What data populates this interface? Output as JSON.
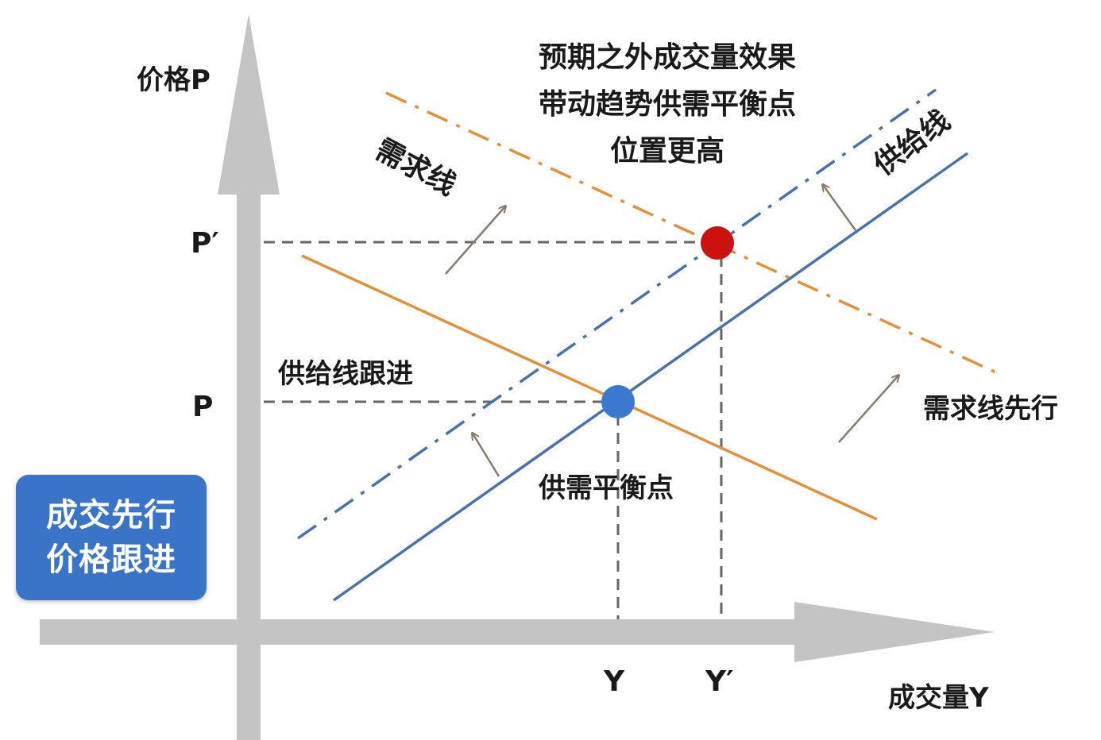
{
  "axes": {
    "y_label": "价格P",
    "x_label": "成交量Y",
    "p_prime": "P′",
    "p": "P",
    "y": "Y",
    "y_prime": "Y′"
  },
  "labels": {
    "demand_line": "需求线",
    "supply_line": "供给线",
    "supply_follow": "供给线跟进",
    "demand_lead": "需求线先行",
    "equilibrium": "供需平衡点"
  },
  "headline": [
    "预期之外成交量效果",
    "带动趋势供需平衡点",
    "位置更高"
  ],
  "badge": [
    "成交先行",
    "价格跟进"
  ],
  "colors": {
    "axis": "#c4c4c4",
    "supply": "#4a72a8",
    "demand": "#e0913a",
    "guide": "#666666",
    "equilibrium_point": "#3b78d0",
    "new_point": "#cc1111",
    "arrow": "#8a7a6a",
    "badge_bg": "#3a74c8"
  }
}
